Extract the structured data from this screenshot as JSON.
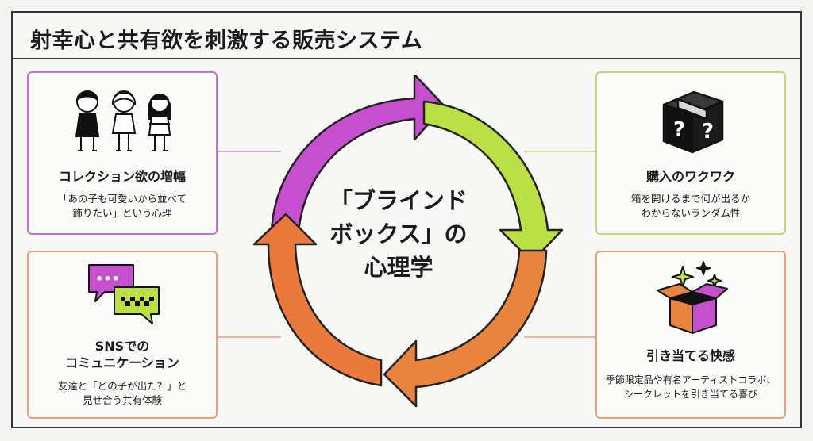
{
  "header": {
    "title": "射幸心と共有欲を刺激する販売システム"
  },
  "center": {
    "label": "「ブラインド\nボックス」の\n心理学"
  },
  "cards": {
    "collection": {
      "title": "コレクション欲の増幅",
      "desc": "「あの子も可愛いから並べて\n飾りたい」という心理",
      "icon": "three-figures-icon"
    },
    "excitement": {
      "title": "購入のワクワク",
      "desc": "箱を開けるまで何が出るか\nわからないランダム性",
      "icon": "mystery-box-icon",
      "icon_mark": "?"
    },
    "sns": {
      "title": "SNSでの\nコミュニケーション",
      "desc": "友達と「どの子が出た？」と\n見せ合う共有体験",
      "icon": "chat-bubbles-icon",
      "icon_dots": "•••"
    },
    "pleasure": {
      "title": "引き当てる快感",
      "desc": "季節限定品や有名アーティストコラボ、\nシークレットを引き当てる喜び",
      "icon": "open-box-sparkle-icon"
    }
  },
  "colors": {
    "collection": "#c64fd0",
    "excitement": "#bbe044",
    "sns": "#ea7a3c",
    "pleasure": "#e8843e"
  }
}
